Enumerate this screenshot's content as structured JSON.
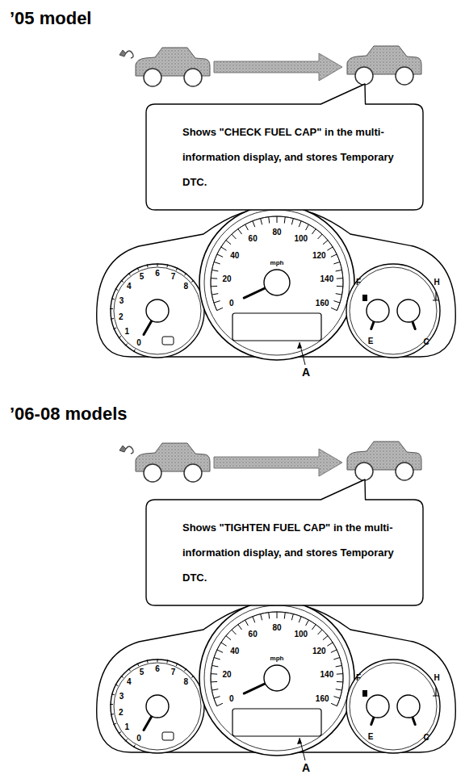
{
  "diagram": {
    "nodes": [
      {
        "text": [
          "Shows \"CHECK FUEL CAP\" in the multi-information display, and stores Temporary DTC."
        ]
      },
      {
        "text": [
          "Shows \"TIGHTEN FUEL CAP\" in the multi-information display, and stores Temporary DTC."
        ]
      }
    ],
    "labels": [
      "’05 model",
      "0",
      "1",
      "2",
      "3",
      "4",
      "5",
      "6",
      "7",
      "8",
      "0",
      "20",
      "40",
      "60",
      "80",
      "100",
      "120",
      "140",
      "160",
      "mph",
      "F",
      "E",
      "H",
      "C",
      "A",
      "’06-08 models",
      "0",
      "1",
      "2",
      "3",
      "4",
      "5",
      "6",
      "7",
      "8",
      "0",
      "20",
      "40",
      "60",
      "80",
      "100",
      "120",
      "140",
      "160",
      "mph",
      "F",
      "E",
      "H",
      "C",
      "A"
    ]
  }
}
